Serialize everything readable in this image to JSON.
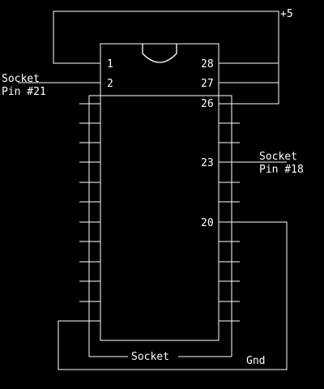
{
  "labels": {
    "supply": "+5",
    "socket_pin_21": [
      "Socket",
      "Pin #21"
    ],
    "socket_pin_18": [
      "Socket",
      "Pin #18"
    ],
    "socket": "Socket",
    "ground": "Gnd"
  },
  "pins": {
    "p1": "1",
    "p2": "2",
    "p28": "28",
    "p27": "27",
    "p26": "26",
    "p23": "23",
    "p20": "20"
  }
}
